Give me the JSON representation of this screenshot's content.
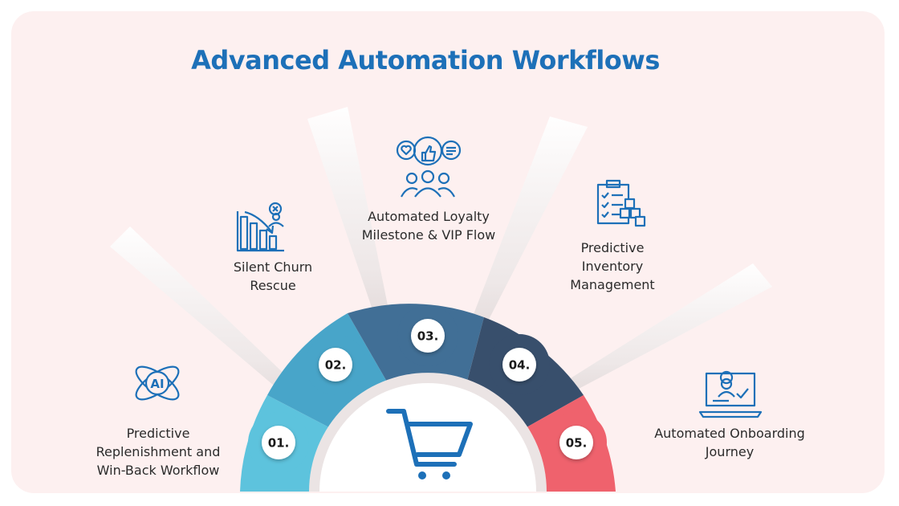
{
  "title": "Advanced Automation Workflows",
  "center_icon": "shopping-cart-icon",
  "steps": [
    {
      "number": "01.",
      "label": "Predictive Replenishment and Win-Back Workflow",
      "icon": "ai-atom-icon",
      "color": "#5dc3dd"
    },
    {
      "number": "02.",
      "label": "Silent Churn Rescue",
      "icon": "churn-chart-icon",
      "color": "#48a5c9"
    },
    {
      "number": "03.",
      "label": "Automated Loyalty Milestone & VIP Flow",
      "icon": "community-feedback-icon",
      "color": "#416f96"
    },
    {
      "number": "04.",
      "label": "Predictive Inventory Management",
      "icon": "inventory-checklist-icon",
      "color": "#384f6c"
    },
    {
      "number": "05.",
      "label": "Automated Onboarding Journey",
      "icon": "laptop-onboarding-icon",
      "color": "#ef626d"
    }
  ],
  "colors": {
    "title": "#1d70b8",
    "icon": "#1d70b8",
    "background": "#fdf0f0"
  }
}
